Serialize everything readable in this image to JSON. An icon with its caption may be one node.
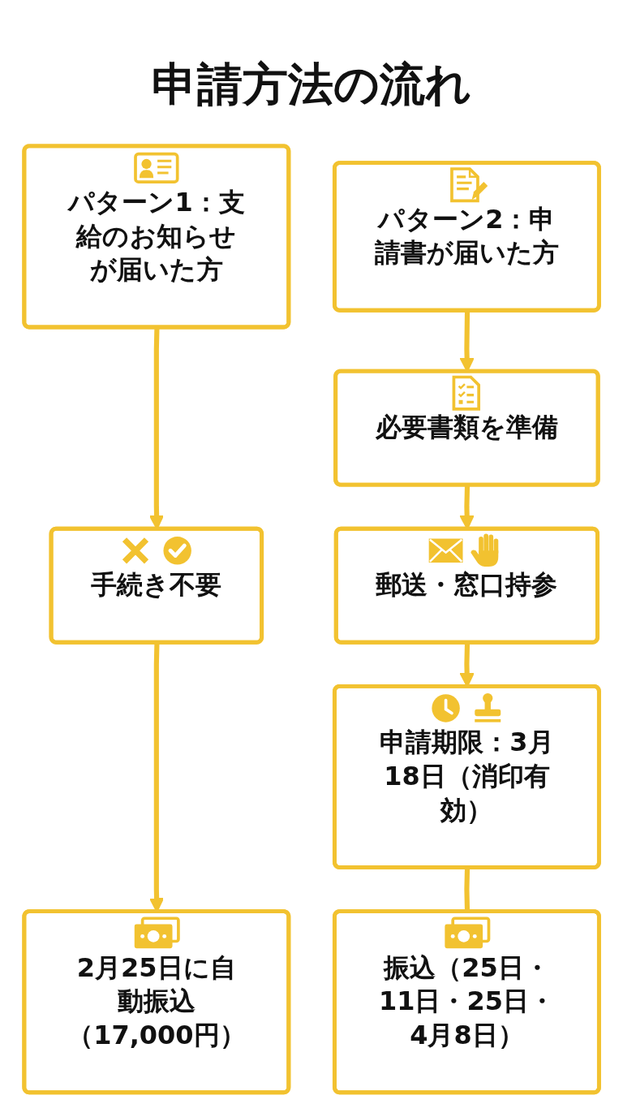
{
  "diagram": {
    "title": "申請方法の流れ",
    "nodes": [
      {
        "text": [
          "パターン1：支給のお知らせが届いた方"
        ]
      },
      {
        "text": [
          "手続き不要"
        ]
      },
      {
        "text": [
          "2月25日に自動振込（17,000円）"
        ]
      },
      {
        "text": [
          "パターン2：申請書が届いた方"
        ]
      },
      {
        "text": [
          "必要書類を準備"
        ]
      },
      {
        "text": [
          "郵送・窓口持参"
        ]
      },
      {
        "text": [
          "申請期限：3月18日（消印有効）"
        ]
      },
      {
        "text": [
          "振込（25日・11日・25日・4月8日）"
        ]
      }
    ],
    "edges": [
      {
        "from": 0,
        "to": 1,
        "arrow": "to"
      },
      {
        "from": 1,
        "to": 2,
        "arrow": "to"
      },
      {
        "from": 3,
        "to": 4,
        "arrow": "to"
      },
      {
        "from": 4,
        "to": 5,
        "arrow": "to"
      },
      {
        "from": 5,
        "to": 6,
        "arrow": "to"
      },
      {
        "from": 6,
        "to": 7,
        "arrow": "none"
      }
    ]
  }
}
